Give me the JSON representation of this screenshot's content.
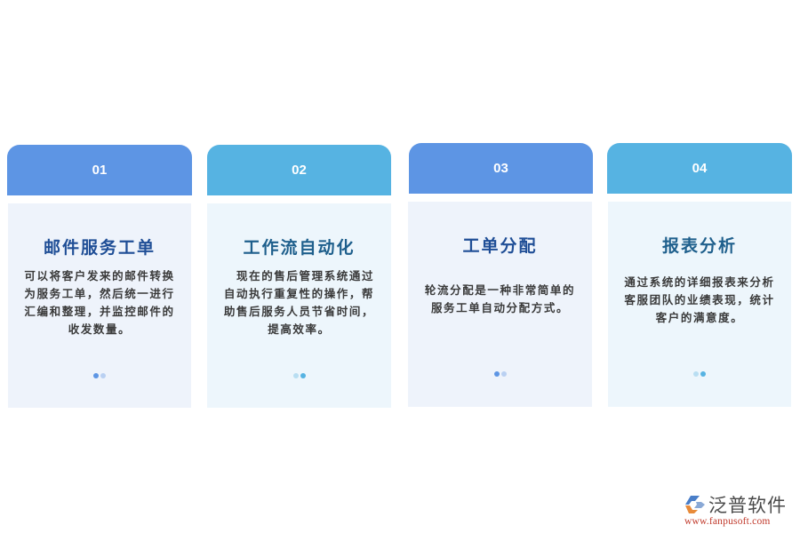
{
  "colors": {
    "header_blue": "#5d95e4",
    "header_cyan": "#56b3e2",
    "body_blue": "#eef3fb",
    "body_cyan": "#edf6fc",
    "title_blue": "#1f4e96",
    "title_teal": "#1e5f8c",
    "dot_blue_active": "#5d95e4",
    "dot_blue_inactive": "#b9d0f2",
    "dot_cyan_active": "#56b3e2",
    "dot_cyan_inactive": "#b8def2"
  },
  "cards": [
    {
      "number": "01",
      "title": "邮件服务工单",
      "description_lines": [
        "可以将客户发来的邮件转换",
        "为服务工单，然后统一进行",
        "汇编和整理，并监控邮件的",
        "收发数量。"
      ],
      "active_dot": 0
    },
    {
      "number": "02",
      "title": "工作流自动化",
      "description_lines": [
        "　现在的售后管理系统通过",
        "自动执行重复性的操作，帮",
        "助售后服务人员节省时间，",
        "提高效率。"
      ],
      "active_dot": 1
    },
    {
      "number": "03",
      "title": "工单分配",
      "description_lines": [
        "轮流分配是一种非常简单的",
        "服务工单自动分配方式。"
      ],
      "active_dot": 0
    },
    {
      "number": "04",
      "title": "报表分析",
      "description_lines": [
        "通过系统的详细报表来分析",
        "客服团队的业绩表现，统计",
        "客户的满意度。"
      ],
      "active_dot": 1
    }
  ],
  "logo": {
    "brand_name": "泛普软件",
    "url": "www.fanpusoft.com"
  }
}
